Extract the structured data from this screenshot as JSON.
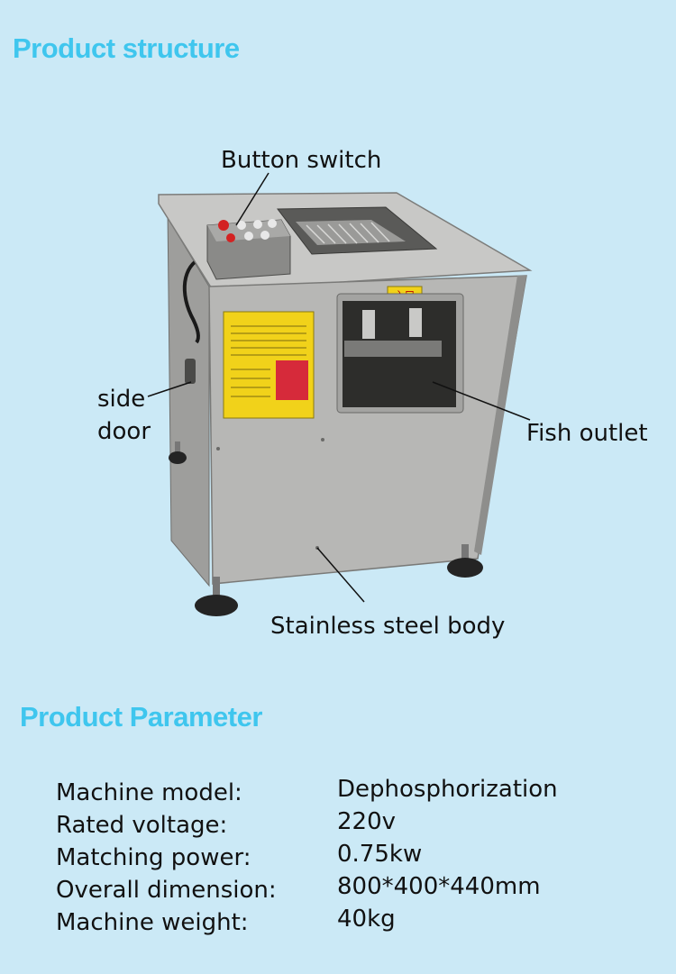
{
  "headings": {
    "structure": "Product structure",
    "parameter": "Product Parameter"
  },
  "labels": {
    "button_switch": "Button switch",
    "side_door_line1": "side",
    "side_door_line2": "door",
    "fish_outlet": "Fish outlet",
    "body": "Stainless steel body"
  },
  "machine_sign": "入口",
  "parameters": [
    {
      "key": "Machine model:",
      "value": "Dephosphorization"
    },
    {
      "key": "Rated voltage:",
      "value": "220v"
    },
    {
      "key": "Matching power:",
      "value": "0.75kw"
    },
    {
      "key": "Overall dimension:",
      "value": "800*400*440mm"
    },
    {
      "key": "Machine weight:",
      "value": "40kg"
    }
  ],
  "colors": {
    "background": "#cbe9f6",
    "heading": "#3fc6ee",
    "steel": "#b7b7b5",
    "warning_label": "#f1d21a"
  }
}
